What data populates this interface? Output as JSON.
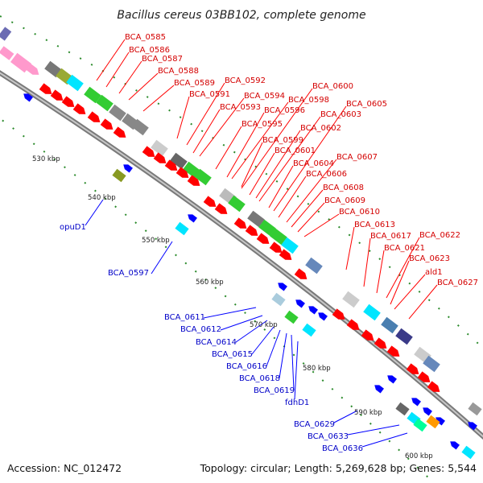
{
  "title": "Bacillus cereus 03BB102, complete genome",
  "footer": {
    "accession": "Accession: NC_012472",
    "summary": "Topology: circular; Length: 5,269,628 bp; Genes: 5,544"
  },
  "kbp_labels": [
    "530 kbp",
    "540 kbp",
    "550 kbp",
    "560 kbp",
    "570 kbp",
    "580 kbp",
    "590 kbp",
    "600 kbp"
  ],
  "genes_red": [
    "BCA_0585",
    "BCA_0586",
    "BCA_0587",
    "BCA_0588",
    "BCA_0589",
    "BCA_0591",
    "BCA_0592",
    "BCA_0593",
    "BCA_0594",
    "BCA_0595",
    "BCA_0596",
    "BCA_0598",
    "BCA_0599",
    "BCA_0600",
    "BCA_0601",
    "BCA_0602",
    "BCA_0603",
    "BCA_0604",
    "BCA_0605",
    "BCA_0606",
    "BCA_0607",
    "BCA_0608",
    "BCA_0609",
    "BCA_0610",
    "BCA_0613",
    "BCA_0617",
    "BCA_0621",
    "BCA_0622",
    "BCA_0623",
    "ald1",
    "BCA_0627"
  ],
  "genes_blue": [
    "opuD1",
    "BCA_0597",
    "BCA_0611",
    "BCA_0612",
    "BCA_0614",
    "BCA_0615",
    "BCA_0616",
    "BCA_0618",
    "BCA_0619",
    "fdhD1",
    "BCA_0629",
    "BCA_0633",
    "BCA_0636"
  ],
  "colors": {
    "forward": "#ff0000",
    "reverse": "#0000ff",
    "backbone": "#888888",
    "tick": "#2a8a2a"
  }
}
